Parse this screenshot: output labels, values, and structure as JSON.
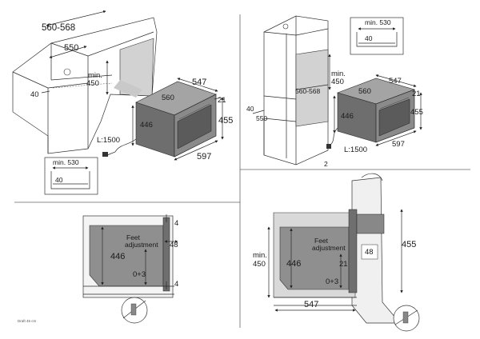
{
  "quadrant_tl": {
    "dim_top_width": "560-568",
    "dim_depth": "550",
    "dim_min_height": "min.\n450",
    "dim_side": "40",
    "oven_w": "547",
    "oven_d": "560",
    "oven_front_h": "446",
    "oven_top": "21",
    "oven_h": "455",
    "oven_w2": "597",
    "cable": "L:1500",
    "inset_min": "min. 530",
    "inset_40": "40"
  },
  "quadrant_tr": {
    "inset_min": "min. 530",
    "inset_40": "40",
    "dim_min_height": "min.\n450",
    "dim_560_568": "560-568",
    "dim_40": "40",
    "dim_550": "550",
    "oven_w": "547",
    "oven_d": "560",
    "oven_top": "21",
    "oven_front_h": "446",
    "oven_h": "455",
    "oven_w2": "597",
    "cable": "L:1500",
    "page_number": "2"
  },
  "quadrant_bl": {
    "dim_4_top": "4",
    "dim_48": "48",
    "dim_446": "446",
    "feet": "Feet\nadjustment",
    "dim_0_3": "0+3",
    "dim_4_bottom": "4",
    "footnote": "Draft 45 cm"
  },
  "quadrant_br": {
    "dim_455": "455",
    "dim_min450": "min.\n450",
    "dim_446": "446",
    "feet": "Feet\nadjustment",
    "dim_48": "48",
    "dim_21": "21",
    "dim_0_3": "0+3",
    "dim_547": "547"
  }
}
